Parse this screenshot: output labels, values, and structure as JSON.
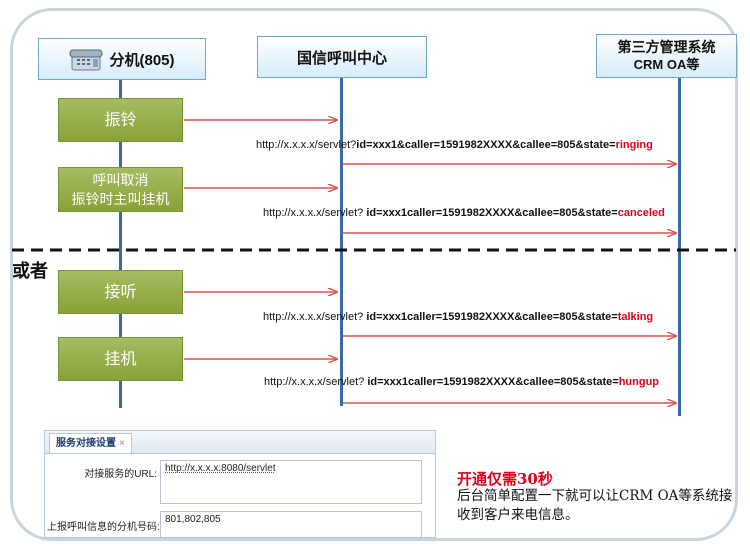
{
  "headers": {
    "extension": "分机(805)",
    "center": "国信呼叫中心",
    "third_party_line1": "第三方管理系统",
    "third_party_line2": "CRM OA等"
  },
  "events": [
    {
      "lines": [
        "振铃"
      ],
      "url_prefix": "http://x.x.x.x/servlet?",
      "url_main": "id=xxx1&caller=1591982XXXX&callee=805&state=",
      "state": "ringing"
    },
    {
      "lines": [
        "呼叫取消",
        "振铃时主叫挂机"
      ],
      "url_prefix": "http://x.x.x.x/servlet? ",
      "url_main": "id=xxx1caller=1591982XXXX&callee=805&state=",
      "state": "canceled"
    },
    {
      "lines": [
        "接听"
      ],
      "url_prefix": "http://x.x.x.x/servlet? ",
      "url_main": "id=xxx1caller=1591982XXXX&callee=805&state=",
      "state": "talking"
    },
    {
      "lines": [
        "挂机"
      ],
      "url_prefix": "http://x.x.x.x/servlet? ",
      "url_main": "id=xxx1caller=1591982XXXX&callee=805&state=",
      "state": "hungup"
    }
  ],
  "or_label": "或者",
  "panel": {
    "tab_label": "服务对接设置",
    "tab_close": "×",
    "url_label": "对接服务的URL:",
    "url_value": "http://x.x.x.x:8080/servlet",
    "ext_label": "上报呼叫信息的分机号码:",
    "ext_value": "801,802,805"
  },
  "note": {
    "title": "开通仅需30秒",
    "body": "后台简单配置一下就可以让CRM OA等系统接收到客户来电信息。"
  },
  "colors": {
    "arrow": "#d9534f",
    "lane": "#3a69a8",
    "button": "#94ad45",
    "state": "#e0001b"
  }
}
